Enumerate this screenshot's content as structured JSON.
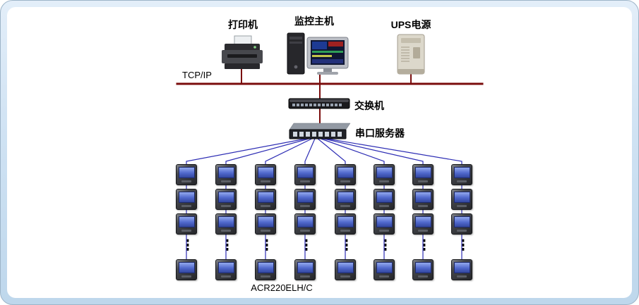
{
  "diagram": {
    "network_bus": {
      "label": "TCP/IP"
    },
    "top_devices": [
      {
        "name": "printer",
        "label": "打印机"
      },
      {
        "name": "monitor-host",
        "label": "监控主机"
      },
      {
        "name": "ups",
        "label": "UPS电源"
      }
    ],
    "switch": {
      "label": "交换机"
    },
    "serial_server": {
      "label": "串口服务器"
    },
    "meters": {
      "model_label": "ACR220ELH/C",
      "columns": 8,
      "visible_rows_per_column": 3,
      "bottom_rows_per_column": 1,
      "ellipsis": "⋮"
    },
    "colors": {
      "bus_line": "#7a0c0c",
      "signal_line": "#2d2db4",
      "frame_background": "#cfe2f3",
      "panel_background": "#ffffff"
    }
  }
}
